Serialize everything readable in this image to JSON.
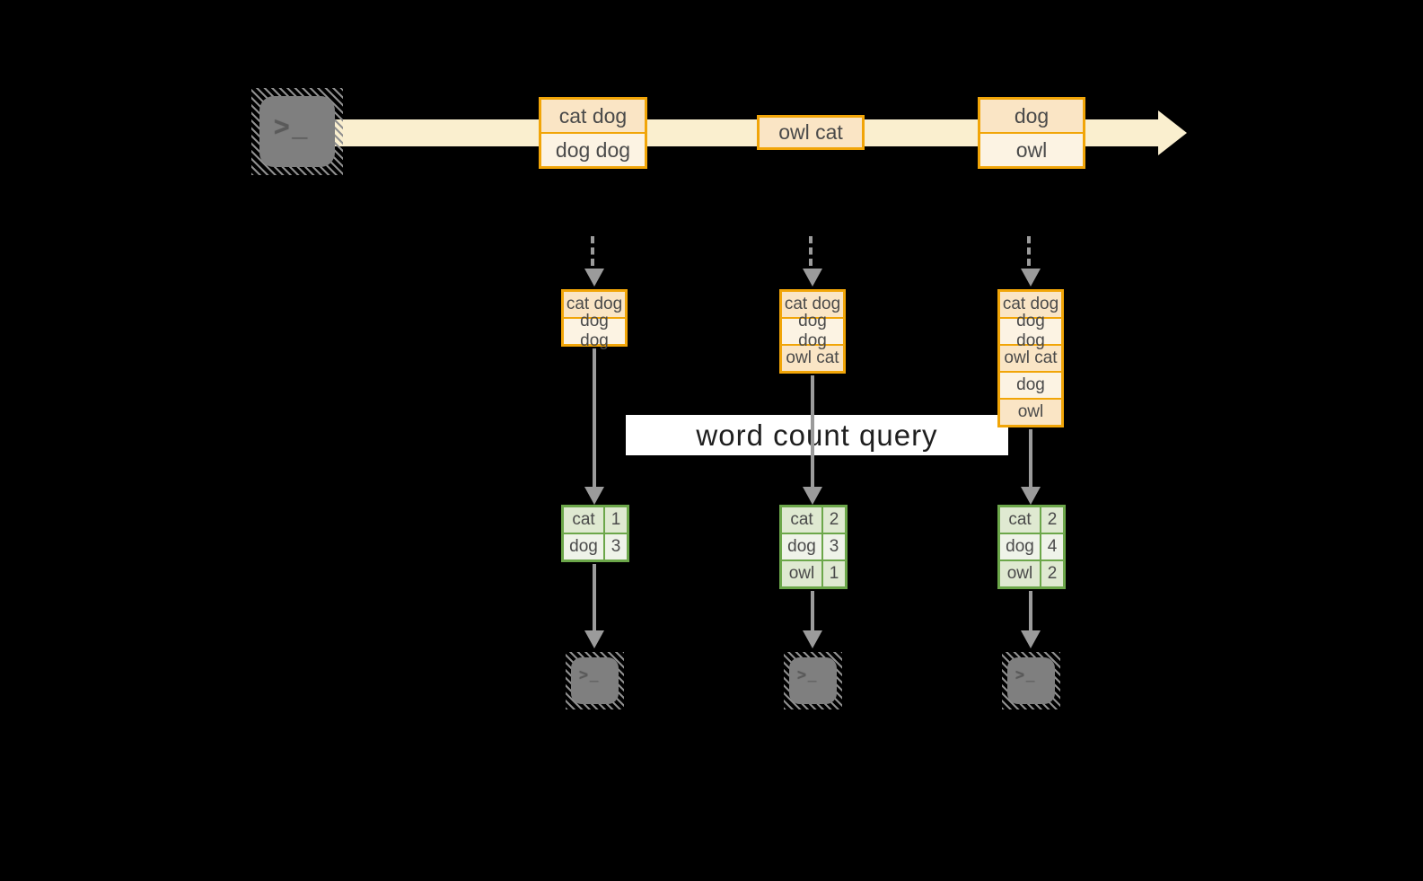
{
  "query_label": "word count query",
  "prompt_glyph": ">_",
  "stream": {
    "source_icon": "terminal-icon",
    "batches": [
      {
        "lines": [
          "cat dog",
          "dog dog"
        ]
      },
      {
        "lines": [
          "owl cat"
        ]
      },
      {
        "lines": [
          "dog",
          "owl"
        ]
      }
    ]
  },
  "columns": [
    {
      "input_lines": [
        "cat dog",
        "dog dog"
      ],
      "counts": [
        {
          "word": "cat",
          "count": "1"
        },
        {
          "word": "dog",
          "count": "3"
        }
      ]
    },
    {
      "input_lines": [
        "cat dog",
        "dog dog",
        "owl cat"
      ],
      "counts": [
        {
          "word": "cat",
          "count": "2"
        },
        {
          "word": "dog",
          "count": "3"
        },
        {
          "word": "owl",
          "count": "1"
        }
      ]
    },
    {
      "input_lines": [
        "cat dog",
        "dog dog",
        "owl cat",
        "dog",
        "owl"
      ],
      "counts": [
        {
          "word": "cat",
          "count": "2"
        },
        {
          "word": "dog",
          "count": "4"
        },
        {
          "word": "owl",
          "count": "2"
        }
      ]
    }
  ],
  "colors": {
    "background": "#000000",
    "stream_band": "#FAEFCF",
    "box_border": "#F1A508",
    "box_fill_dark": "#FAE5C5",
    "box_fill_light": "#FCF3E3",
    "table_border": "#6CA74A",
    "table_fill_dark": "#DFE9D1",
    "table_fill_light": "#EFF3E9",
    "arrow_gray": "#9B9B9B",
    "terminal_gray": "#7F7F7F"
  }
}
